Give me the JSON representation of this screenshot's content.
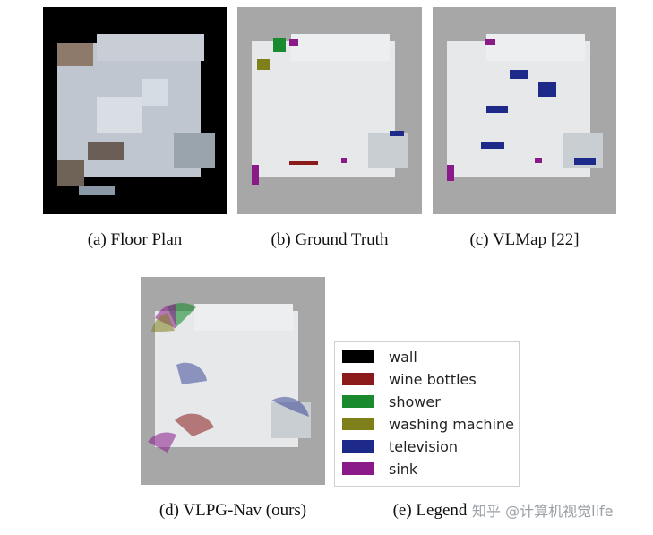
{
  "figure": {
    "panels": [
      {
        "caption": "(a) Floor Plan"
      },
      {
        "caption": "(b) Ground Truth"
      },
      {
        "caption": "(c) VLMap [22]"
      },
      {
        "caption": "(d) VLPG-Nav (ours)"
      },
      {
        "caption": "(e) Legend"
      }
    ],
    "legend": {
      "items": [
        {
          "label": "wall",
          "color": "#000000"
        },
        {
          "label": "wine bottles",
          "color": "#8b1a1a"
        },
        {
          "label": "shower",
          "color": "#1a8a2e"
        },
        {
          "label": "washing machine",
          "color": "#7f7f1c"
        },
        {
          "label": "television",
          "color": "#1e2a8a"
        },
        {
          "label": "sink",
          "color": "#8a1a8a"
        }
      ]
    },
    "watermark": "知乎 @计算机视觉life"
  }
}
